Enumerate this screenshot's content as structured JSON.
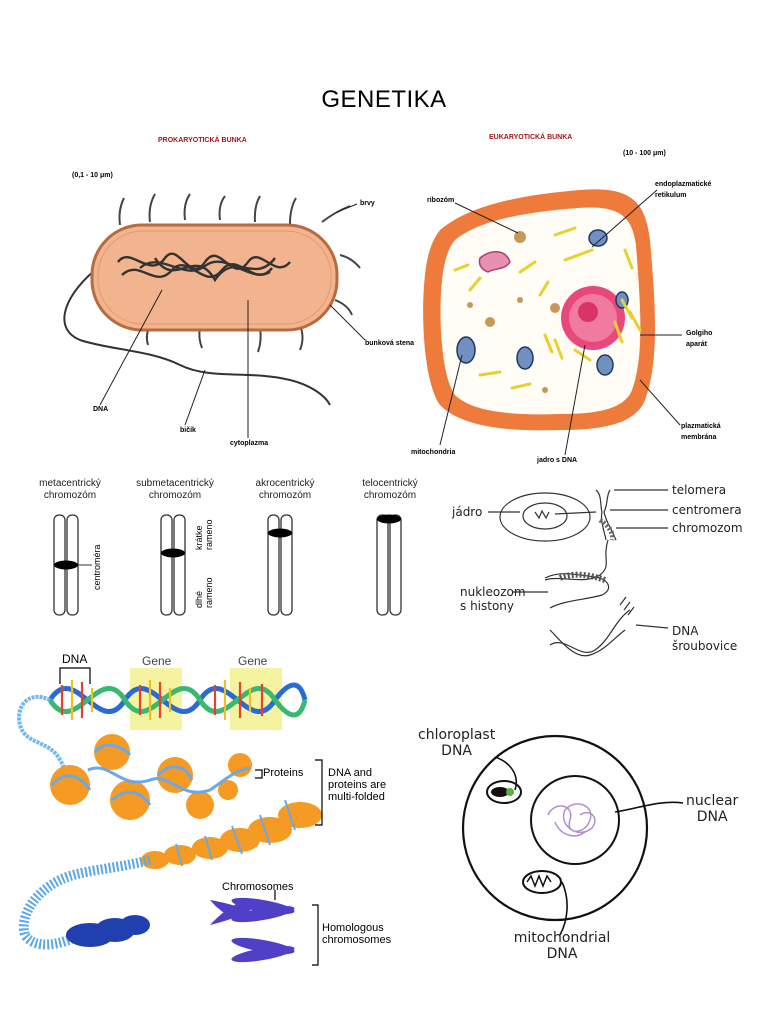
{
  "title": "GENETIKA",
  "prokaryote": {
    "heading": "PROKARYOTICKÁ BUNKA",
    "size": "(0,1 - 10 μm)",
    "labels": {
      "brvy": "brvy",
      "bunkova_stena": "bunková stena",
      "dna": "DNA",
      "bicik": "bičík",
      "cytoplazma": "cytoplazma"
    }
  },
  "eukaryote": {
    "heading": "EUKARYOTICKÁ BUNKA",
    "size": "(10 - 100 μm)",
    "labels": {
      "ribozom": "ribozóm",
      "er_line1": "endoplazmatické",
      "er_line2": "retikulum",
      "golgi_line1": "Golgiho",
      "golgi_line2": "aparát",
      "membrane_line1": "plazmatická",
      "membrane_line2": "membrána",
      "mitochondria": "mitochondria",
      "nucleus": "jadro s DNA"
    }
  },
  "chromosome_types": [
    {
      "line1": "metacentrický",
      "line2": "chromozóm"
    },
    {
      "line1": "submetacentrický",
      "line2": "chromozóm"
    },
    {
      "line1": "akrocentrický",
      "line2": "chromozóm"
    },
    {
      "line1": "telocentrický",
      "line2": "chromozóm"
    }
  ],
  "chromosome_parts": {
    "centromera": "centroméra",
    "kratke_line1": "krátke",
    "kratke_line2": "rameno",
    "dlhe_line1": "dlhé",
    "dlhe_line2": "rameno"
  },
  "dna_packing_cz": {
    "jadro": "jádro",
    "telomera": "telomera",
    "centromera": "centromera",
    "chromozom": "chromozom",
    "nukleozom_line1": "nukleozom",
    "nukleozom_line2": "s histony",
    "dna_line1": "DNA",
    "dna_line2": "šroubovice"
  },
  "dna_packing_en": {
    "dna": "DNA",
    "gene1": "Gene",
    "gene2": "Gene",
    "proteins": "Proteins",
    "multi_line1": "DNA and",
    "multi_line2": "proteins are",
    "multi_line3": "multi-folded",
    "chromosomes": "Chromosomes",
    "homologous_line1": "Homologous",
    "homologous_line2": "chromosomes"
  },
  "plant_cell": {
    "chloro_line1": "chloroplast",
    "chloro_line2": "DNA",
    "nuclear_line1": "nuclear",
    "nuclear_line2": "DNA",
    "mito_line1": "mitochondrial",
    "mito_line2": "DNA"
  },
  "colors": {
    "prokaryote_fill": "#f2b48e",
    "eukaryote_wall": "#ee7a3c",
    "nucleus": "#e8487a",
    "protein_orange": "#f59a22",
    "dna_blue": "#5aa8e8",
    "chromosome_purple": "#5040c8",
    "gene_highlight": "#f6f3a0"
  }
}
